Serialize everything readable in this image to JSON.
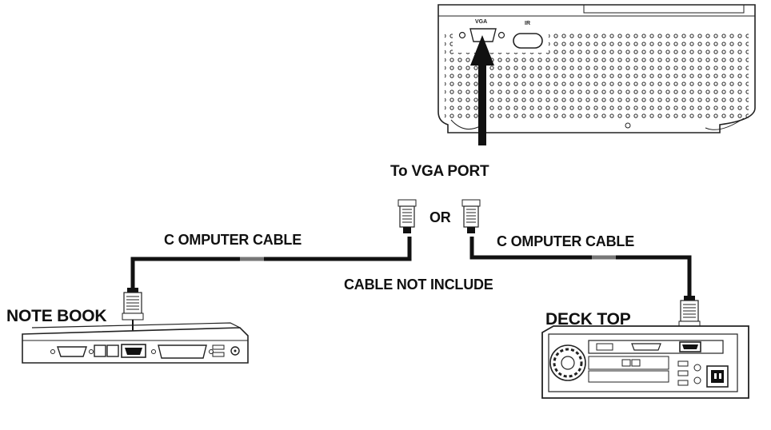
{
  "projector": {
    "vga_port_label": "VGA",
    "ir_label": "IR"
  },
  "labels": {
    "to_vga_port": "To VGA PORT",
    "or": "OR",
    "cable_left": "C OMPUTER CABLE",
    "cable_right": "C OMPUTER CABLE",
    "cable_not_include": "CABLE NOT INCLUDE",
    "notebook": "NOTE BOOK",
    "desktop": "DECK TOP"
  }
}
